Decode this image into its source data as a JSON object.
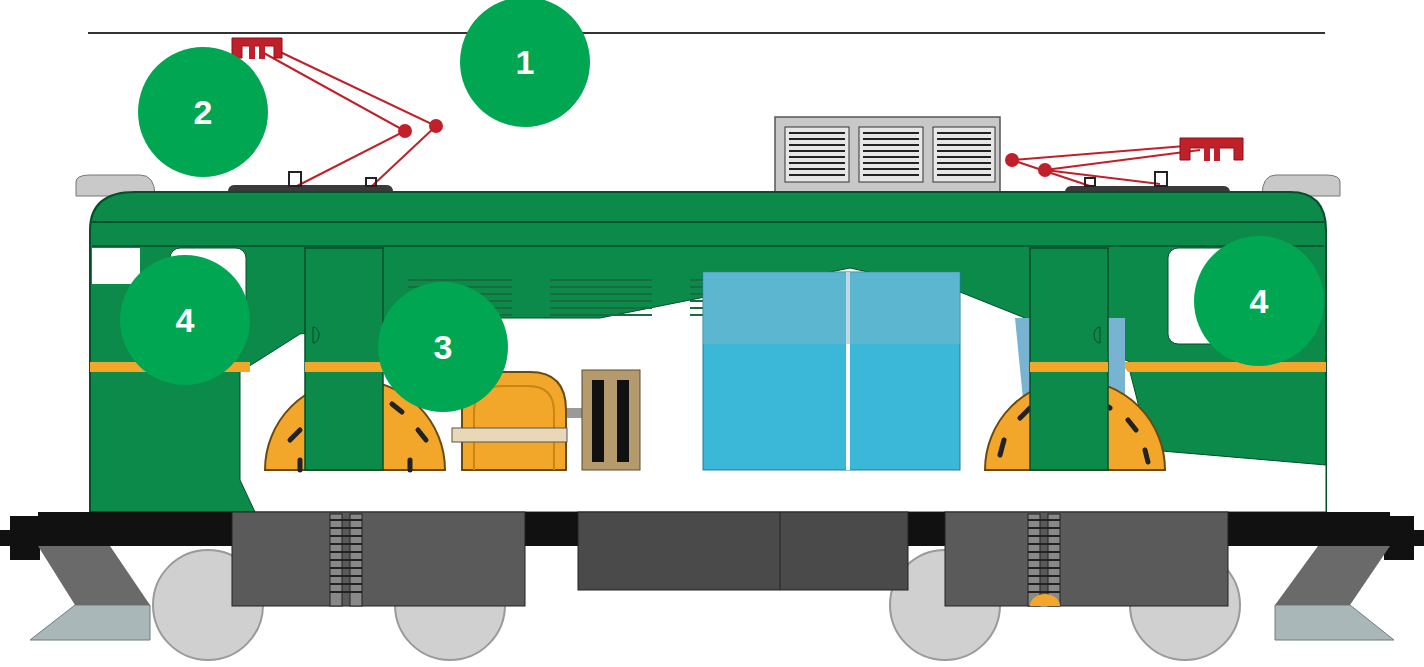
{
  "diagram": {
    "labels": [
      "1",
      "2",
      "3",
      "4",
      "4"
    ]
  }
}
